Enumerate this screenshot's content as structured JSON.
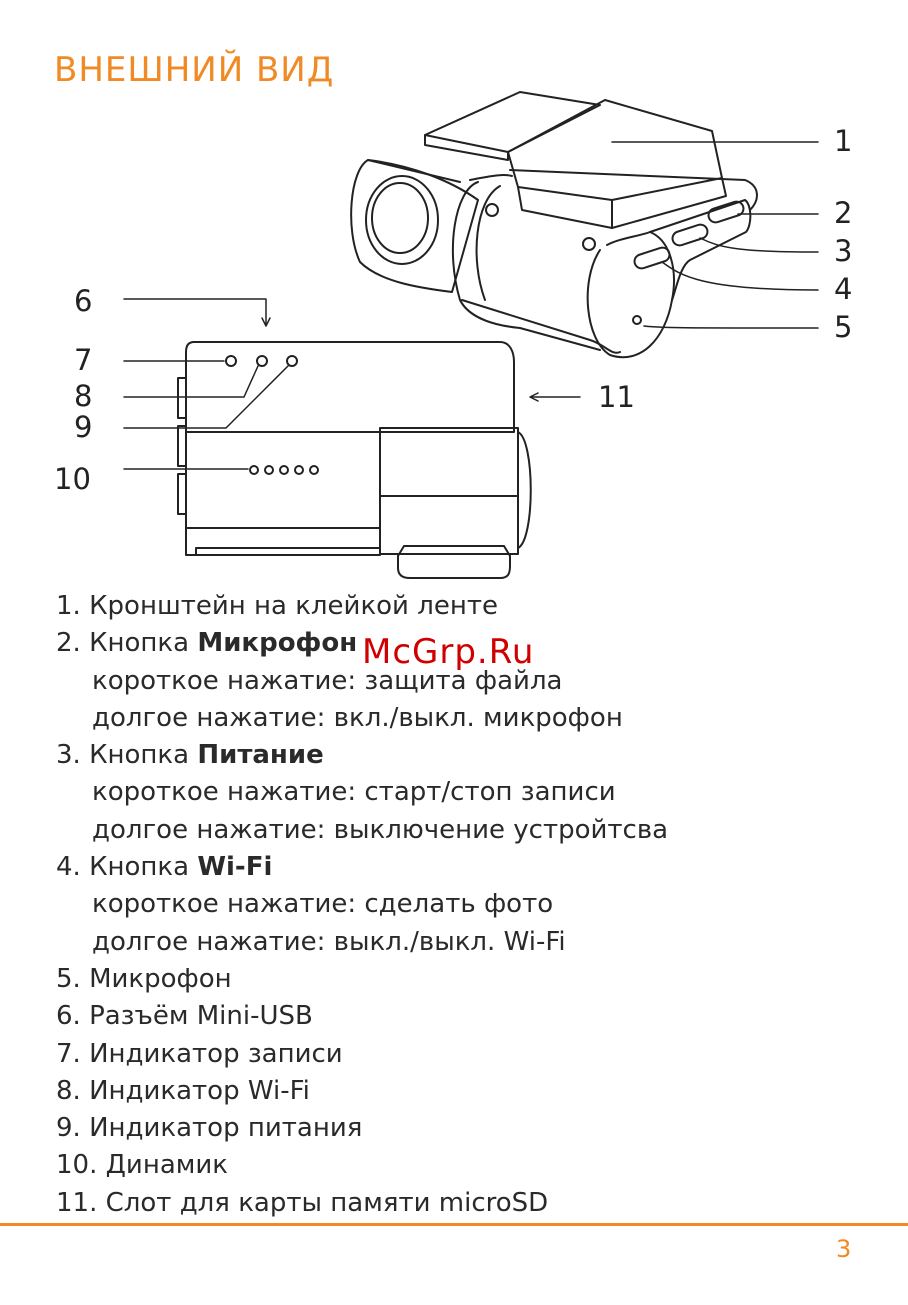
{
  "heading": "ВНЕШНИЙ ВИД",
  "callouts": {
    "c1": "1",
    "c2": "2",
    "c3": "3",
    "c4": "4",
    "c5": "5",
    "c6": "6",
    "c7": "7",
    "c8": "8",
    "c9": "9",
    "c10": "10",
    "c11": "11"
  },
  "items": {
    "i1": "1. Кронштейн на клейкой ленте",
    "i2_prefix": "2. Кнопка ",
    "i2_bold": "Микрофон",
    "i2_short": "короткое нажатие: защита файла",
    "i2_long": "долгое нажатие: вкл./выкл. микрофон",
    "i3_prefix": "3. Кнопка ",
    "i3_bold": "Питание",
    "i3_short": "короткое нажатие: старт/стоп записи",
    "i3_long": "долгое нажатие: выключение устройтсва",
    "i4_prefix": "4. Кнопка ",
    "i4_bold": "Wi-Fi",
    "i4_short": "короткое нажатие: сделать фото",
    "i4_long": "долгое нажатие: выкл./выкл. Wi-Fi",
    "i5": "5. Микрофон",
    "i6": "6. Разъём Mini-USB",
    "i7": "7. Индикатор записи",
    "i8": "8. Индикатор Wi-Fi",
    "i9": "9. Индикатор питания",
    "i10": "10. Динамик",
    "i11": "11. Слот для карты памяти microSD"
  },
  "watermark": "McGrp.Ru",
  "page_number": "3",
  "colors": {
    "accent": "#f08a24",
    "watermark": "#d10000"
  }
}
